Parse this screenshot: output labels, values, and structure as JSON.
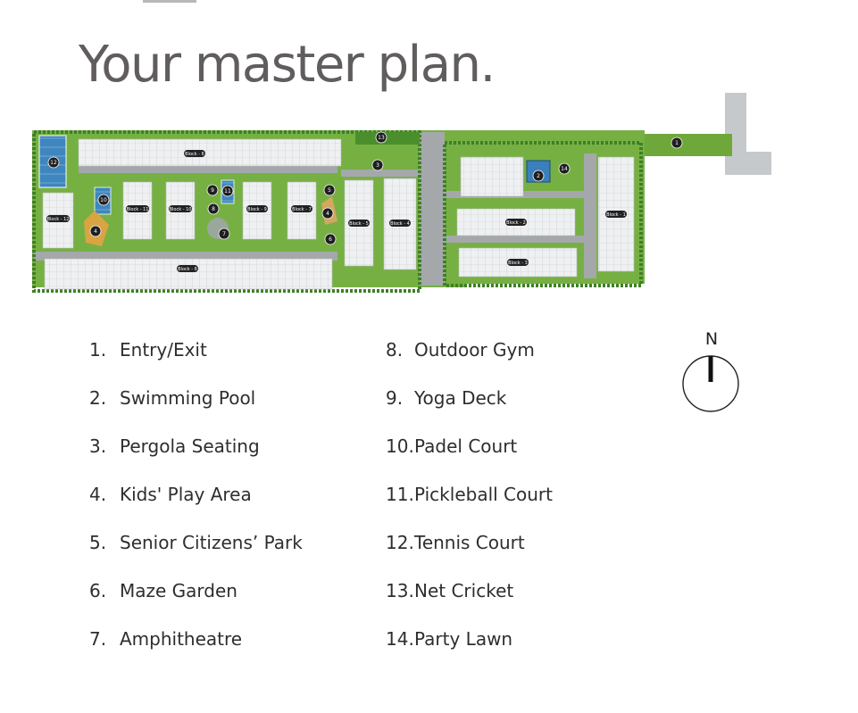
{
  "title": "Your master plan.",
  "compass_label": "N",
  "legend_left": [
    {
      "num": "1.",
      "label": "Entry/Exit"
    },
    {
      "num": "2.",
      "label": "Swimming Pool"
    },
    {
      "num": "3.",
      "label": "Pergola Seating"
    },
    {
      "num": "4.",
      "label": "Kids' Play Area"
    },
    {
      "num": "5.",
      "label": "Senior Citizens’ Park"
    },
    {
      "num": "6.",
      "label": "Maze Garden"
    },
    {
      "num": "7.",
      "label": "Amphitheatre"
    }
  ],
  "legend_right": [
    {
      "num": "8.",
      "label": "Outdoor Gym"
    },
    {
      "num": "9.",
      "label": "Yoga Deck"
    },
    {
      "num": "10.",
      "label": "Padel Court"
    },
    {
      "num": "11.",
      "label": "Pickleball Court"
    },
    {
      "num": "12.",
      "label": "Tennis Court"
    },
    {
      "num": "13.",
      "label": "Net Cricket"
    },
    {
      "num": "14.",
      "label": "Party Lawn"
    }
  ],
  "plan": {
    "blocks": {
      "b1": "Block - 1",
      "b2": "Block - 2",
      "b3": "Block - 3",
      "b4": "Block - 4",
      "b5": "Block - 5",
      "b6": "Block - 6",
      "b7": "Block - 7",
      "b8": "Block - 8",
      "b9": "Block - 9",
      "b10": "Block - 10",
      "b11": "Block - 11",
      "b12": "Block - 12"
    },
    "markers": {
      "m1": "1",
      "m2": "2",
      "m3": "3",
      "m4": "4",
      "m5": "5",
      "m6": "6",
      "m7": "7",
      "m8": "8",
      "m9": "9",
      "m10": "10",
      "m11": "11",
      "m12": "12",
      "m13": "13",
      "m14": "14"
    }
  },
  "colors": {
    "title": "#615d5d",
    "legend_text": "#2e2e2e",
    "lawn": "#7cb342",
    "hedge": "#4f8c2e",
    "road": "#9ea3a6",
    "building": "#eff1f2",
    "pool": "#4a8ec2",
    "marker": "#1f1f1f"
  },
  "icons": [
    "compass-icon",
    "marker-icon"
  ]
}
